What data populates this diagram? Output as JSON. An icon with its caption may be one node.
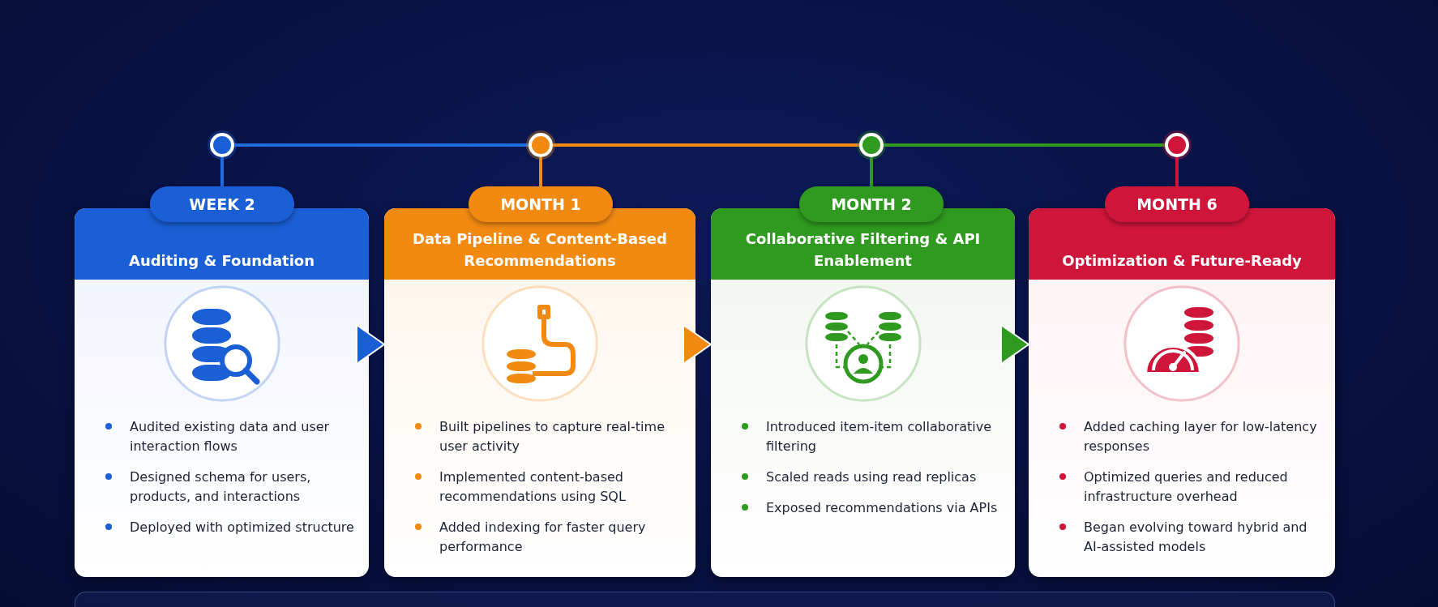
{
  "diagram": {
    "nodes": [
      {
        "text": [],
        "shape": "circle"
      },
      {
        "text": [
          "WEEK 2"
        ]
      },
      {
        "text": [
          "Auditing & Foundation",
          "Audited existing data and user interaction flows",
          "Designed schema for users, products, and interactions",
          "Deployed with optimized structure"
        ]
      },
      {
        "text": [],
        "shape": "circle"
      },
      {
        "text": [
          "MONTH 1"
        ]
      },
      {
        "text": [
          "Data Pipeline & Content-Based Recommendations",
          "Built pipelines to capture real-time user activity",
          "Implemented content-based recommendations using SQL",
          "Added indexing for faster query performance"
        ]
      },
      {
        "text": [],
        "shape": "circle"
      },
      {
        "text": [
          "MONTH 2"
        ]
      },
      {
        "text": [
          "Collaborative Filtering & API Enablement",
          "Introduced item-item collaborative filtering",
          "Scaled reads using read replicas",
          "Exposed recommendations via APIs"
        ]
      },
      {
        "text": [],
        "shape": "circle"
      },
      {
        "text": [
          "MONTH 6"
        ]
      },
      {
        "text": [
          "Optimization & Future-Ready",
          "Added caching layer for low-latency responses",
          "Optimized queries and reduced infrastructure overhead",
          "Began evolving toward hybrid and AI-assisted models"
        ]
      }
    ],
    "edges": [
      {
        "from": 0,
        "to": 3,
        "arrow": "none",
        "color": "#1f6be0"
      },
      {
        "from": 3,
        "to": 6,
        "arrow": "none",
        "color": "#f28a12"
      },
      {
        "from": 6,
        "to": 9,
        "arrow": "none",
        "color": "#2f9a1f"
      },
      {
        "from": 0,
        "to": 1,
        "arrow": "none",
        "color": "#1f6be0"
      },
      {
        "from": 3,
        "to": 4,
        "arrow": "none",
        "color": "#f28a12"
      },
      {
        "from": 6,
        "to": 7,
        "arrow": "none",
        "color": "#2f9a1f"
      },
      {
        "from": 9,
        "to": 10,
        "arrow": "none",
        "color": "#d0153a"
      },
      {
        "from": 2,
        "to": 5,
        "arrow": "to",
        "color": "#1a5fd6"
      },
      {
        "from": 5,
        "to": 8,
        "arrow": "to",
        "color": "#f28a12"
      },
      {
        "from": 8,
        "to": 11,
        "arrow": "to",
        "color": "#2f9a1f"
      }
    ]
  }
}
